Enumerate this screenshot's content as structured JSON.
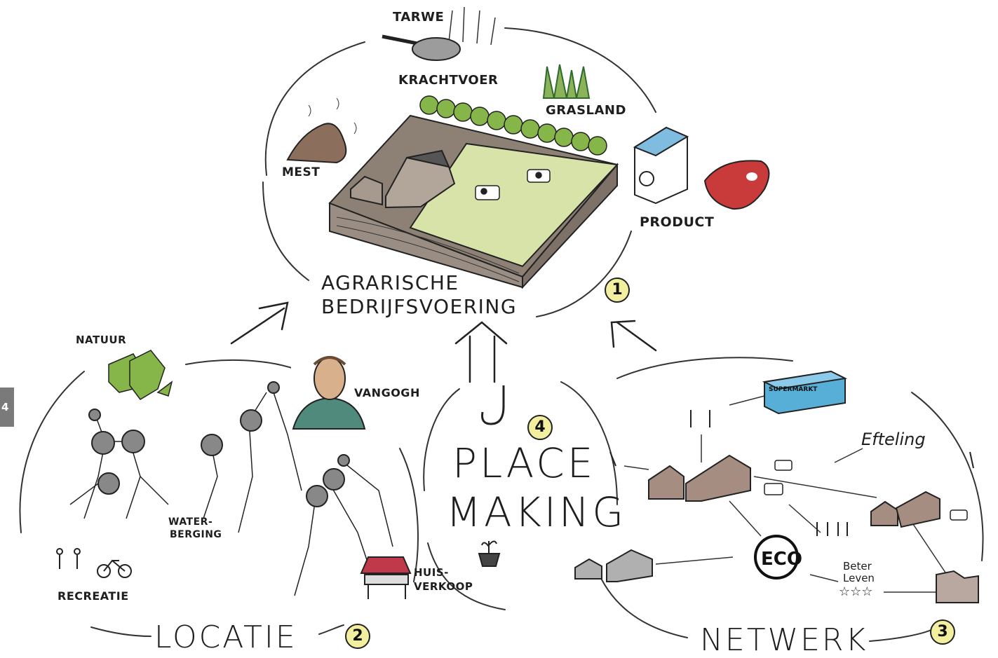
{
  "side_tab": "4",
  "top_cycle": {
    "wheat": "TARWE",
    "concentrate": "KRACHTVOER",
    "grassland": "GRASLAND",
    "manure": "MEST",
    "product": "PRODUCT",
    "title_line1": "AGRARISCHE",
    "title_line2": "BEDRIJFSVOERING",
    "number": "1"
  },
  "location": {
    "nature": "NATUUR",
    "van_gogh": "VANGOGH",
    "water_line1": "WATER-",
    "water_line2": "BERGING",
    "recreation": "RECREATIE",
    "farm_sale_line1": "HUIS-",
    "farm_sale_line2": "VERKOOP",
    "title": "LOCATIE",
    "number": "2"
  },
  "placemaking": {
    "line1": "PLACE",
    "line2": "MAKING",
    "number": "4"
  },
  "network": {
    "supermarket": "SUPERMARKT",
    "efteling": "Efteling",
    "better_life_line1": "Beter",
    "better_life_line2": "Leven",
    "stars": "☆☆☆",
    "eco": "ECO",
    "title": "NETWERK",
    "number": "3"
  },
  "colors": {
    "number_badge": "#f2efa0",
    "grass": "#d7e3a8",
    "tree": "#86b64a",
    "soil": "#8d8176",
    "manure": "#8b6f5c",
    "milk_blue": "#7fbcdf",
    "meat": "#c93b3b",
    "supermarket_blue": "#57aed6",
    "building_brown": "#a68d82",
    "stall_red": "#c0394a"
  }
}
